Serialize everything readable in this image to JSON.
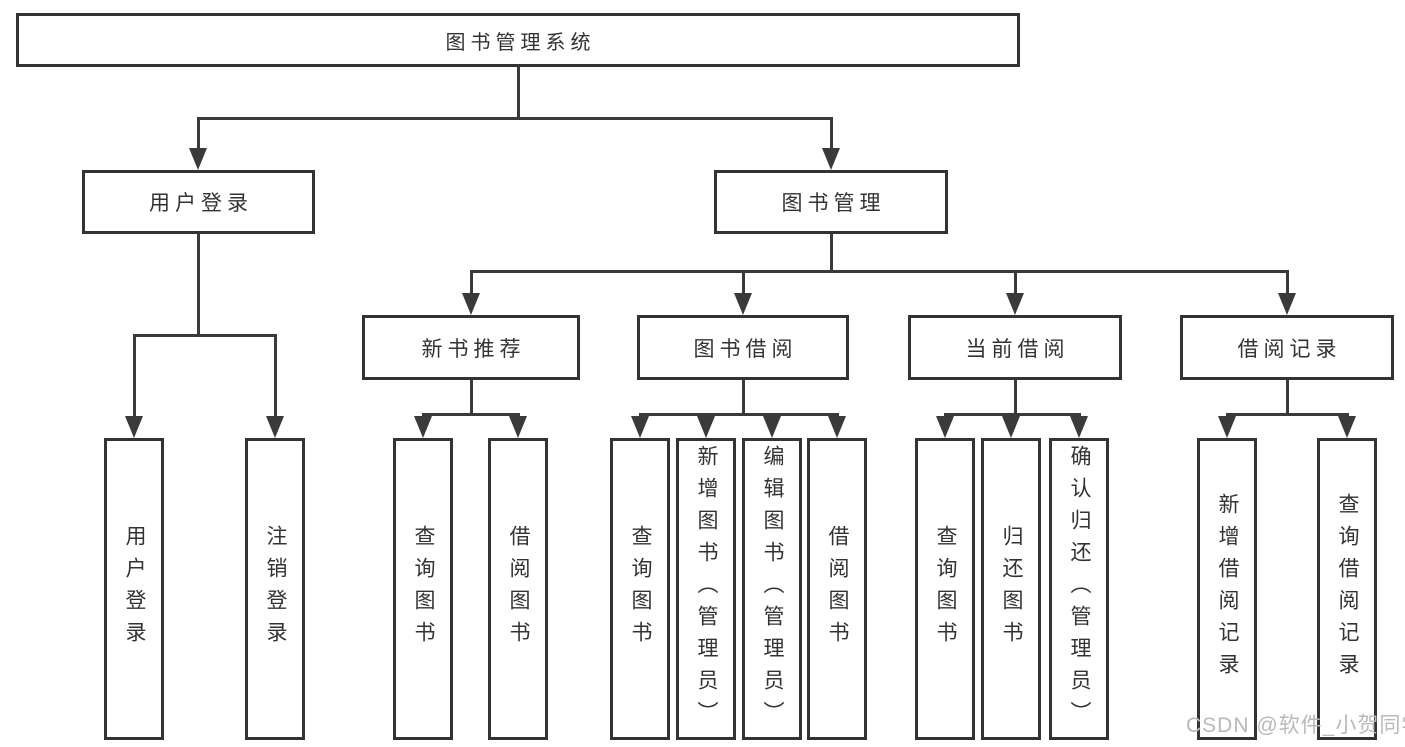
{
  "tree": {
    "root": {
      "label": "图书管理系统"
    },
    "branches": [
      {
        "label": "用户登录",
        "children": [
          {
            "label": "用户登录"
          },
          {
            "label": "注销登录"
          }
        ]
      },
      {
        "label": "图书管理",
        "children": [
          {
            "label": "新书推荐",
            "children": [
              {
                "label": "查询图书"
              },
              {
                "label": "借阅图书"
              }
            ]
          },
          {
            "label": "图书借阅",
            "children": [
              {
                "label": "查询图书"
              },
              {
                "label": "新增图书（管理员）"
              },
              {
                "label": "编辑图书（管理员）"
              },
              {
                "label": "借阅图书"
              }
            ]
          },
          {
            "label": "当前借阅",
            "children": [
              {
                "label": "查询图书"
              },
              {
                "label": "归还图书"
              },
              {
                "label": "确认归还（管理员）"
              }
            ]
          },
          {
            "label": "借阅记录",
            "children": [
              {
                "label": "新增借阅记录"
              },
              {
                "label": "查询借阅记录"
              }
            ]
          }
        ]
      }
    ]
  },
  "watermark": {
    "text": "CSDN @软件_小贺同学"
  },
  "colors": {
    "line": "#3a3a3a",
    "border": "#333333",
    "text": "#333333",
    "background": "#ffffff",
    "watermark": "#b9b9b9"
  }
}
